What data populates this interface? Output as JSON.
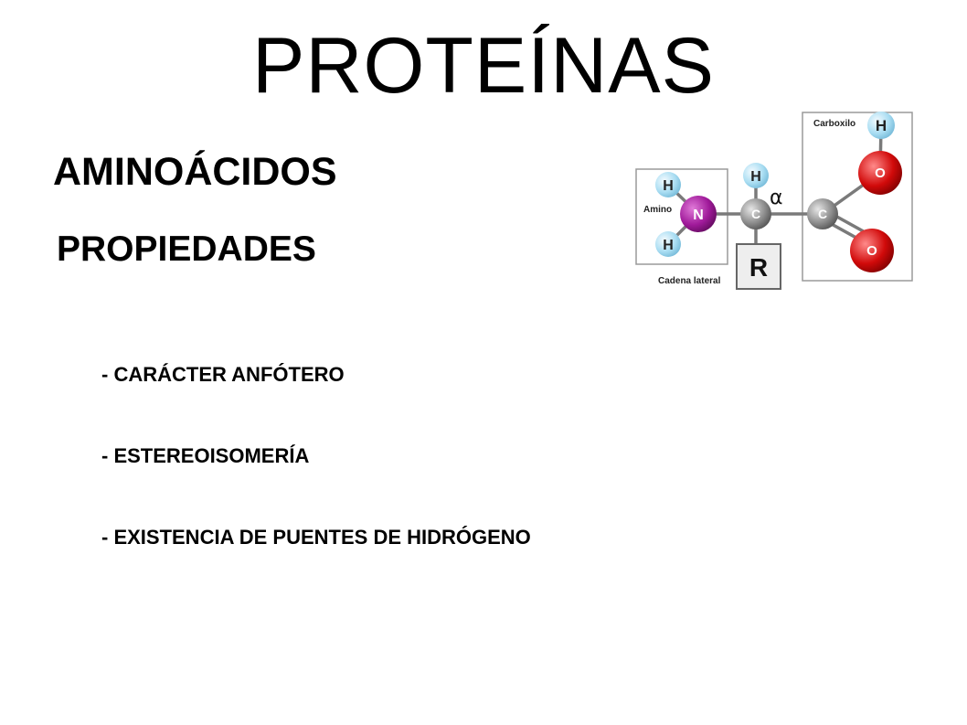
{
  "title": "PROTEÍNAS",
  "subtitle": "AMINOÁCIDOS",
  "section": "PROPIEDADES",
  "properties": [
    "- CARÁCTER ANFÓTERO",
    "- ESTEREOISOMERÍA",
    "- EXISTENCIA DE PUENTES DE HIDRÓGENO"
  ],
  "diagram": {
    "carboxyl_label": "Carboxilo",
    "amino_label": "Amino",
    "side_chain_label": "Cadena lateral",
    "alpha_symbol": "α",
    "atom_h": "H",
    "atom_n": "N",
    "atom_c": "C",
    "atom_o": "O",
    "atom_r": "R",
    "colors": {
      "hydrogen": "#a9ddf2",
      "nitrogen": "#a01a9a",
      "carbon": "#8c8c8c",
      "oxygen": "#d10a0a",
      "box": "#9a9a9a"
    }
  }
}
